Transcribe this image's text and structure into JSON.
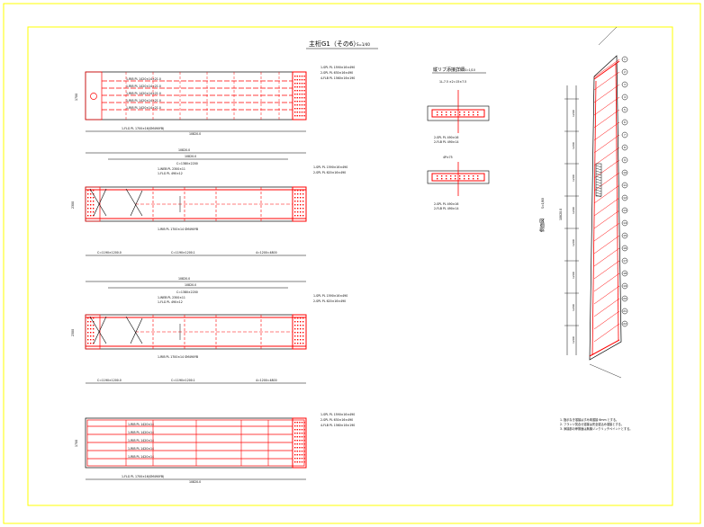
{
  "drawing": {
    "title": "主桁G1（その6）",
    "scale": "S=1/40",
    "rib_detail_title": "縦リブ添接詳細",
    "rib_detail_scale": "S=1/10",
    "side_view_title": "側面図",
    "side_view_scale": "S=1/80"
  },
  "upper_flange": {
    "width_label": "1700",
    "length_label": "10820.0",
    "bottom_callout": "1-FLG PL 1700×16(SM490YB)",
    "right_callouts": [
      "1-SPL PL 1590×16×490",
      "2-SPL PL 630×16×490",
      "4-FLB PL 1560×16×190"
    ],
    "rib_labels": [
      "1-RIB PL 1420×14×21.0",
      "1-RIB PL 1420×14×21.0",
      "1-RIB PL 1420×14×21.0",
      "1-RIB PL 1420×14×21.0",
      "1-RIB PL 1420×14×21.0"
    ]
  },
  "web_plan_1": {
    "overall_label": "10820.0",
    "mid_label": "10820.0",
    "c_label": "C=1380×2200",
    "web_label": "1-WEB PL 2300×11",
    "flg_label": "1-FLG PL 490×12",
    "right_callouts": [
      "1-SPL PL 1590×16×490",
      "2-SPL PL 620×16×490"
    ],
    "bottom_callout": "1-RIB PL 1700×14 SM490YB",
    "dims": [
      "C=1190×1200.0",
      "C=1190×1200.1",
      "4=1200=4800"
    ],
    "height_label": "2300"
  },
  "web_plan_2": {
    "overall_label": "10820.0",
    "mid_label": "10820.0",
    "c_label": "C=1380×2200",
    "web_label": "1-WEB PL 2300×11",
    "flg_label": "1-FLG PL 490×12",
    "right_callouts": [
      "1-SPL PL 1590×16×490",
      "2-SPL PL 620×16×490"
    ],
    "bottom_callout": "1-RIB PL 1700×14 SM490YB",
    "dims": [
      "C=1190×1200.0",
      "C=1190×1200.1",
      "4=1200=4800"
    ],
    "height_label": "2300"
  },
  "lower_flange": {
    "width_label": "1700",
    "length_label": "10820.0",
    "bottom_callout": "1-FLG PL 1700×16(SM490YB)",
    "right_callouts": [
      "1-SPL PL 1590×16×490",
      "2-SPL PL 630×16×490",
      "4-FLB PL 1560×16×190"
    ],
    "rib_labels": [
      "1-RIB PL 1420×14",
      "1-RIB PL 1420×14",
      "1-RIB PL 1420×14",
      "1-RIB PL 1420×14",
      "1-RIB PL 1420×14"
    ]
  },
  "rib_detail": {
    "top_label_1": "1L-7.5 ×2=15×7.5",
    "top_label_2": "4P×75",
    "bottom_callouts_1": [
      "2-SPL PL 490×16",
      "2-FLB PL 490×14"
    ],
    "bottom_callouts_2": [
      "2-SPL PL 490×16",
      "2-FLB PL 490×14"
    ]
  },
  "side_view": {
    "length_label": "10820.0",
    "balloons": [
      "1",
      "2",
      "3",
      "4",
      "5",
      "6",
      "7",
      "8",
      "9",
      "10",
      "11",
      "12",
      "13",
      "14",
      "15",
      "16",
      "17",
      "18",
      "19",
      "20",
      "21",
      "22"
    ],
    "dim_labels": [
      "1200",
      "1200",
      "1200",
      "1200",
      "1200",
      "1200",
      "1200",
      "1200"
    ]
  },
  "notes": {
    "lines": [
      "1. 指示なき溶接はすみ肉溶接 6mm とする。",
      "2. フランジ突合せ溶接は完全溶込み溶接とする。",
      "3. 添接部の摩擦面は無機ジンクリッチペイントとする。"
    ]
  },
  "colors": {
    "background": "#ffffff",
    "border": "#ffff00",
    "outline": "#000000",
    "member": "#ff0000",
    "dimension": "#000000"
  }
}
